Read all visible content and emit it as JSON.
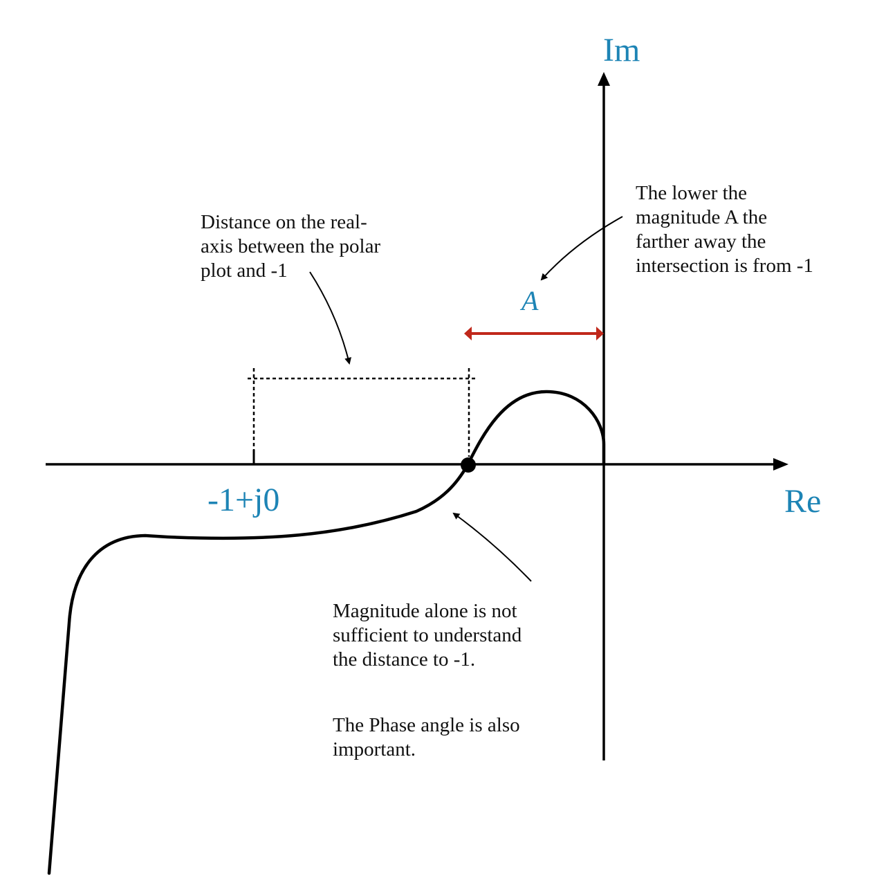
{
  "colors": {
    "label": "#1d84b5",
    "ink": "#000000",
    "magnitude": "#c0281b"
  },
  "axes": {
    "real_label": "Re",
    "imag_label": "Im"
  },
  "critical_point": {
    "label": "-1+j0"
  },
  "magnitude": {
    "label": "A"
  },
  "annotations": {
    "distance": [
      "Distance on the real-",
      "axis between the polar",
      "plot and -1"
    ],
    "magnitude_note": [
      "The lower the",
      "magnitude A the",
      "farther away the",
      "intersection is from -1"
    ],
    "phase_note_1": [
      "Magnitude alone is not",
      "sufficient to understand",
      "the distance to -1."
    ],
    "phase_note_2": [
      "The Phase angle is also",
      "important."
    ]
  }
}
